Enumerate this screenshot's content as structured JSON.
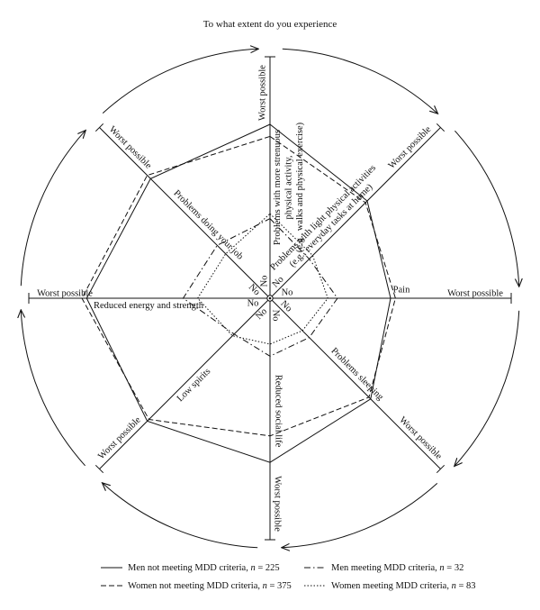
{
  "chart_data": {
    "type": "radar",
    "title": "To what extent do you experience",
    "scale": {
      "center_label": "No",
      "end_label": "Worst possible",
      "min": 0,
      "max": 100
    },
    "axes": [
      "Problems with more strenuous physical activity (e.g., walks and physical exercise)",
      "Problems with light physical activities (e.g., everyday tasks at home)",
      "Pain",
      "Problems sleeping",
      "Reduced social life",
      "Low spirits",
      "Reduced energy and strength",
      "Problems doing your job"
    ],
    "axis_labels": [
      {
        "lines": [
          "Problems with more strenuous",
          "physical activity,",
          "(e.g., walks and physical exercise)"
        ]
      },
      {
        "lines": [
          "Problems with light physical activities",
          "(e.g., everyday tasks at home)"
        ]
      },
      {
        "lines": [
          "Pain"
        ]
      },
      {
        "lines": [
          "Problems sleeping"
        ]
      },
      {
        "lines": [
          "Reduced social life"
        ]
      },
      {
        "lines": [
          "Low spirits"
        ]
      },
      {
        "lines": [
          "Reduced energy and strength"
        ]
      },
      {
        "lines": [
          "Problems doing your job"
        ]
      }
    ],
    "series": [
      {
        "name": "Men not meeting MDD criteria, n = 225",
        "dash": "solid",
        "values": [
          72,
          57,
          50,
          59,
          68,
          72,
          76,
          70
        ]
      },
      {
        "name": "Women not meeting MDD criteria, n = 375",
        "dash": "dashed",
        "values": [
          67,
          56,
          52,
          58,
          57,
          71,
          78,
          72
        ]
      },
      {
        "name": "Men meeting MDD criteria, n = 32",
        "dash": "dashdot",
        "values": [
          33,
          23,
          28,
          23,
          24,
          21,
          36,
          31
        ]
      },
      {
        "name": "Women meeting MDD criteria, n = 83",
        "dash": "dotted",
        "values": [
          35,
          25,
          24,
          19,
          19,
          22,
          30,
          26
        ]
      }
    ],
    "legend": {
      "placement": "bottom",
      "entries": [
        {
          "prefix": "Men not meeting MDD criteria, ",
          "n": "n",
          "suffix": " = 225"
        },
        {
          "prefix": "Women not meeting MDD criteria, ",
          "n": "n",
          "suffix": " = 375"
        },
        {
          "prefix": "Men meeting MDD criteria, ",
          "n": "n",
          "suffix": " = 32"
        },
        {
          "prefix": "Women meeting MDD criteria, ",
          "n": "n",
          "suffix": " = 83"
        }
      ]
    }
  }
}
